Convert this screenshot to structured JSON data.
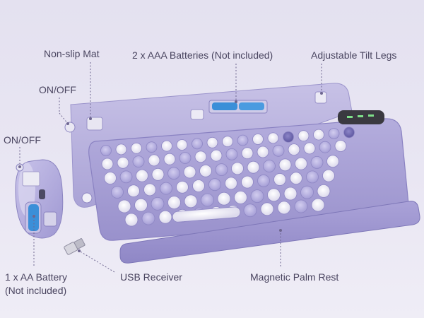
{
  "labels": {
    "non_slip_mat": "Non-slip Mat",
    "batteries_keyboard": "2 x AAA Batteries (Not included)",
    "tilt_legs": "Adjustable Tilt Legs",
    "on_off_keyboard": "ON/OFF",
    "on_off_mouse": "ON/OFF",
    "aa_battery_line1": "1 x AA Battery",
    "aa_battery_line2": "(Not included)",
    "usb_receiver": "USB Receiver",
    "palm_rest": "Magnetic Palm Rest"
  },
  "colors": {
    "accent_purple": "#9b93cf",
    "keycap_white": "#f4f3f9",
    "keycap_lavender": "#b9b3e0",
    "keycap_dark": "#6f67b0",
    "battery_blue": "#3b8fd8",
    "indicator_green": "#7fe08a"
  }
}
